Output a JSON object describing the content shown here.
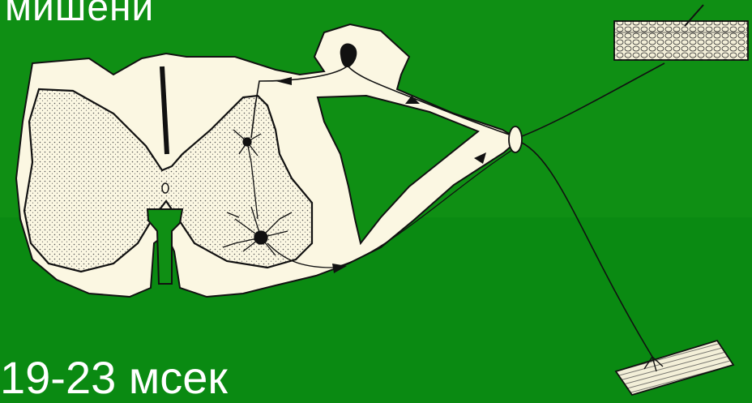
{
  "slide": {
    "title_fragment": "мишени",
    "latency_label": "19-23 мсек"
  },
  "colors": {
    "background": "#0f8f14",
    "cord_fill": "#fbf7e2",
    "outline": "#111111",
    "text": "#ffffff"
  },
  "figure": {
    "subject": "reflex arc through spinal cord cross-section",
    "parts": [
      "spinal-cord-section",
      "dorsal-root-ganglion",
      "sensory-neuron",
      "motor-neuron",
      "skin-receptor",
      "muscle-effector"
    ]
  }
}
